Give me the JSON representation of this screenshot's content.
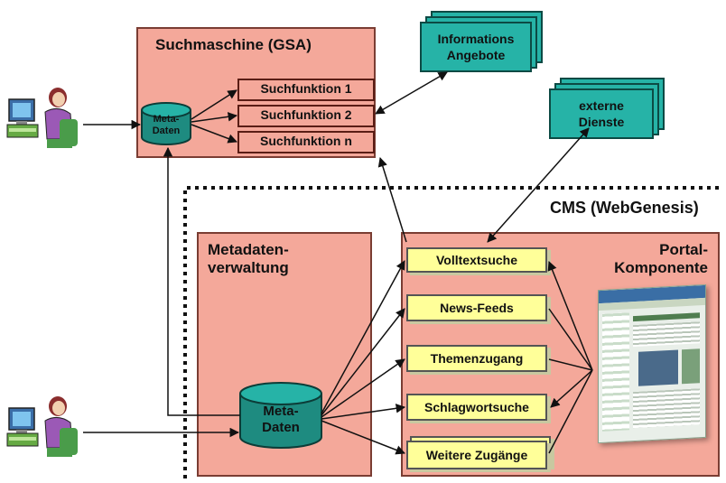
{
  "search_engine": {
    "title": "Suchmaschine (GSA)",
    "functions": [
      "Suchfunktion 1",
      "Suchfunktion 2",
      "Suchfunktion n"
    ],
    "metadata_line1": "Meta-",
    "metadata_line2": "Daten"
  },
  "information_offers": {
    "line1": "Informations",
    "line2": "Angebote"
  },
  "external_services": {
    "line1": "externe",
    "line2": "Dienste"
  },
  "cms": {
    "label": "CMS (WebGenesis)"
  },
  "metadata_management": {
    "title_line1": "Metadaten-",
    "title_line2": "verwaltung",
    "db_line1": "Meta-",
    "db_line2": "Daten"
  },
  "portal": {
    "title_line1": "Portal-",
    "title_line2": "Komponente",
    "items": [
      "Volltextsuche",
      "News-Feeds",
      "Themenzugang",
      "Schlagwortsuche",
      "Weitere Zugänge"
    ]
  },
  "colors": {
    "salmon": "#f4a89a",
    "yellow": "#ffff99",
    "teal": "#26b3a7"
  },
  "icons": [
    "user-at-computer-icon",
    "user-at-computer-icon",
    "portal-screenshot-icon"
  ]
}
